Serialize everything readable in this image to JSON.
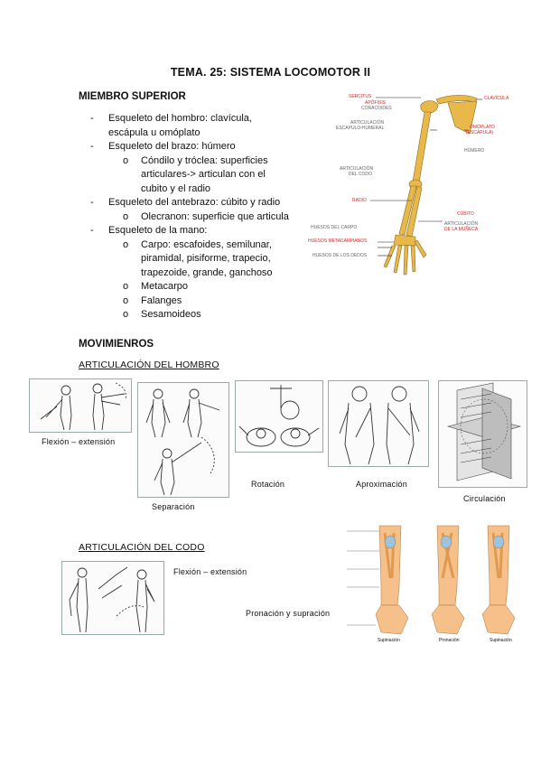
{
  "title": "TEMA. 25: SISTEMA LOCOMOTOR II",
  "upper_limb": {
    "heading": "MIEMBRO SUPERIOR",
    "items": [
      {
        "bullet": "-",
        "text": "Esqueleto del hombro: clavícula,"
      },
      {
        "bullet": "",
        "text": "escápula u omóplato"
      },
      {
        "bullet": "-",
        "text": "Esqueleto del brazo: húmero"
      },
      {
        "bullet": "o",
        "text": "Cóndilo y tróclea: superficies"
      },
      {
        "bullet": "",
        "text": "articulares-> articulan con el"
      },
      {
        "bullet": "",
        "text": "cubito y el radio"
      },
      {
        "bullet": "-",
        "text": "Esqueleto del antebrazo: cúbito y radio"
      },
      {
        "bullet": "o",
        "text": "Olecranon: superficie que articula"
      },
      {
        "bullet": "-",
        "text": "Esqueleto de la mano:"
      },
      {
        "bullet": "o",
        "text": "Carpo: escafoides, semilunar,"
      },
      {
        "bullet": "",
        "text": "piramidal, pisiforme, trapecio,"
      },
      {
        "bullet": "",
        "text": "trapezoide, grande, ganchoso"
      },
      {
        "bullet": "o",
        "text": "Metacarpo"
      },
      {
        "bullet": "o",
        "text": "Falanges"
      },
      {
        "bullet": "o",
        "text": "Sesamoideos"
      }
    ]
  },
  "skeleton_labels": {
    "left": [
      "SERCITUS",
      "APÓFISIS",
      "CORACOIDES",
      "ARTICULACIÓN",
      "ESCAPULO-HUMERAL",
      "ARTICULACIÓN",
      "DEL CODO",
      "RADIO",
      "HUESOS DEL CARPO",
      "HUESOS METACARPIANOS",
      "HUESOS DE LOS DEDOS"
    ],
    "right": [
      "CLAVÍCULA",
      "OMÓPLATO",
      "(ESCÁPULA)",
      "HÚMERO",
      "CÚBITO",
      "ARTICULACIÓN",
      "DE LA MUÑECA"
    ]
  },
  "movements": {
    "heading": "MOVIMIENROS",
    "shoulder": {
      "heading": "ARTICULACIÓN DEL HOMBRO",
      "captions": {
        "flexion": "Flexión – extensión",
        "separation": "Separación",
        "rotation": "Rotación",
        "approximation": "Aproximación",
        "circulation": "Circulación"
      }
    },
    "elbow": {
      "heading": "ARTICULACIÓN DEL CODO",
      "captions": {
        "flexion": "Flexión – extensión",
        "pronation": "Pronación y supración"
      },
      "forearm_labels": [
        "Supinación",
        "Pronación",
        "Supinación"
      ]
    }
  },
  "colors": {
    "bone": "#e8b94a",
    "label_red": "#d62828",
    "muscle": "#f2a65a"
  }
}
